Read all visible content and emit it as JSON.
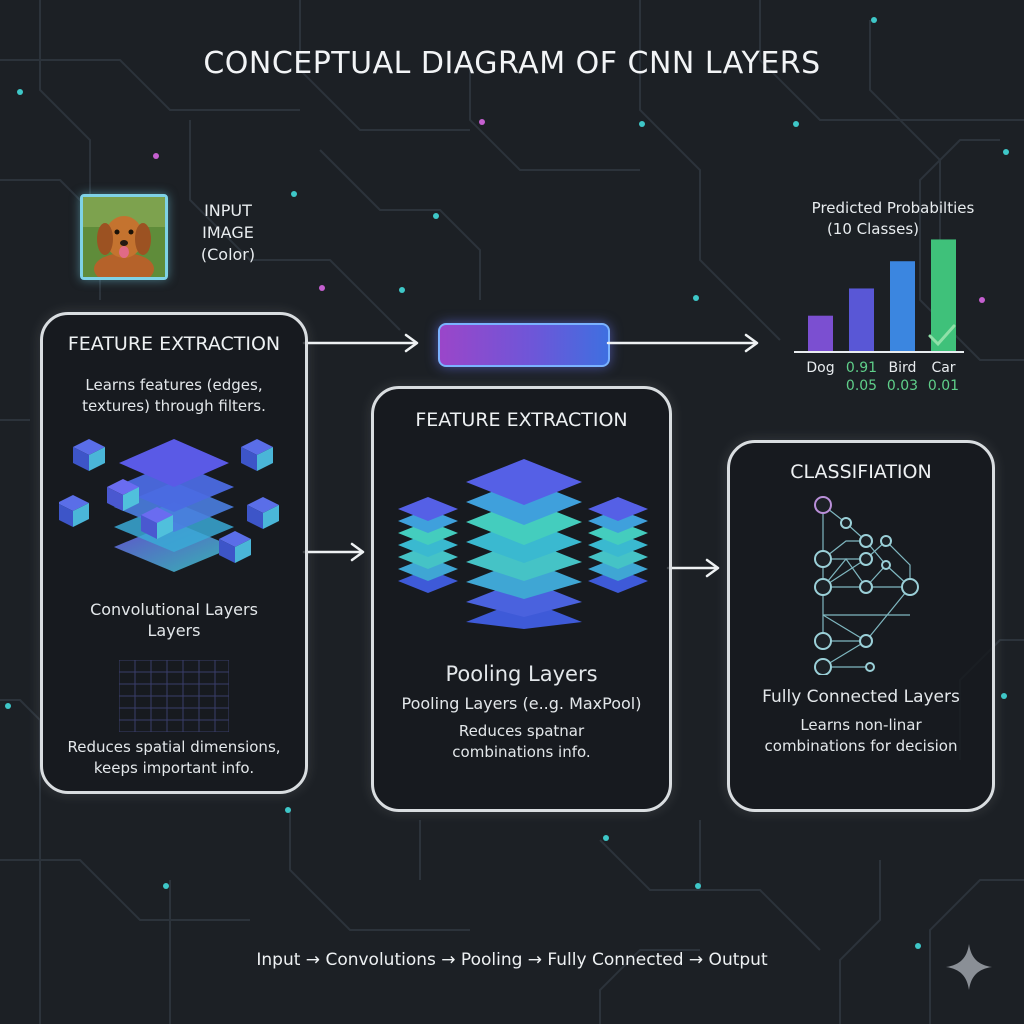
{
  "title": "CONCEPTUAL DIAGRAM OF CNN LAYERS",
  "input": {
    "line1": "INPUT",
    "line2": "IMAGE",
    "line3": "(Color)"
  },
  "left_panel": {
    "title": "FEATURE EXTRACTION",
    "desc1": "Learns features (edges,",
    "desc2": "textures) through filters.",
    "layer1": "Convolutional Layers",
    "layer2": "Layers",
    "note1": "Reduces spatial dimensions,",
    "note2": "keeps important info."
  },
  "mid_panel": {
    "title": "FEATURE EXTRACTION",
    "heading": "Pooling Layers",
    "sub": "Pooling Layers (e..g. MaxPool)",
    "desc1": "Reduces spatnar",
    "desc2": "combinations info."
  },
  "right_panel": {
    "title": "CLASSIFIATION",
    "heading": "Fully Connected Layers",
    "desc1": "Learns non-linar",
    "desc2": "combinations for decision"
  },
  "chart_data": {
    "type": "bar",
    "title_line1": "Predicted Probabilties",
    "title_line2": "(10 Classes)",
    "values": [
      0.2,
      0.35,
      0.5,
      0.62
    ],
    "bar_colors": [
      "#7b4fd1",
      "#5957d6",
      "#3b86e0",
      "#3fc17a"
    ],
    "labels": [
      "Dog",
      "0.91",
      "Bird",
      "Car"
    ],
    "label_colors": [
      "#e8ecef",
      "#5fcf8a",
      "#e8ecef",
      "#e8ecef"
    ],
    "sublabels": [
      "0.05",
      "0.03",
      "0.01"
    ],
    "ylim": [
      0,
      0.65
    ]
  },
  "flow": "Input → Convolutions → Pooling → Fully Connected → Output",
  "colors": {
    "background": "#1c2025",
    "panel_border": "#d9dde0",
    "accent_teal": "#3ec7c8",
    "accent_purple": "#9a46c9",
    "accent_green": "#3fc17a"
  },
  "icons": [
    "dog-photo",
    "sparkle-icon",
    "checkmark-icon"
  ]
}
